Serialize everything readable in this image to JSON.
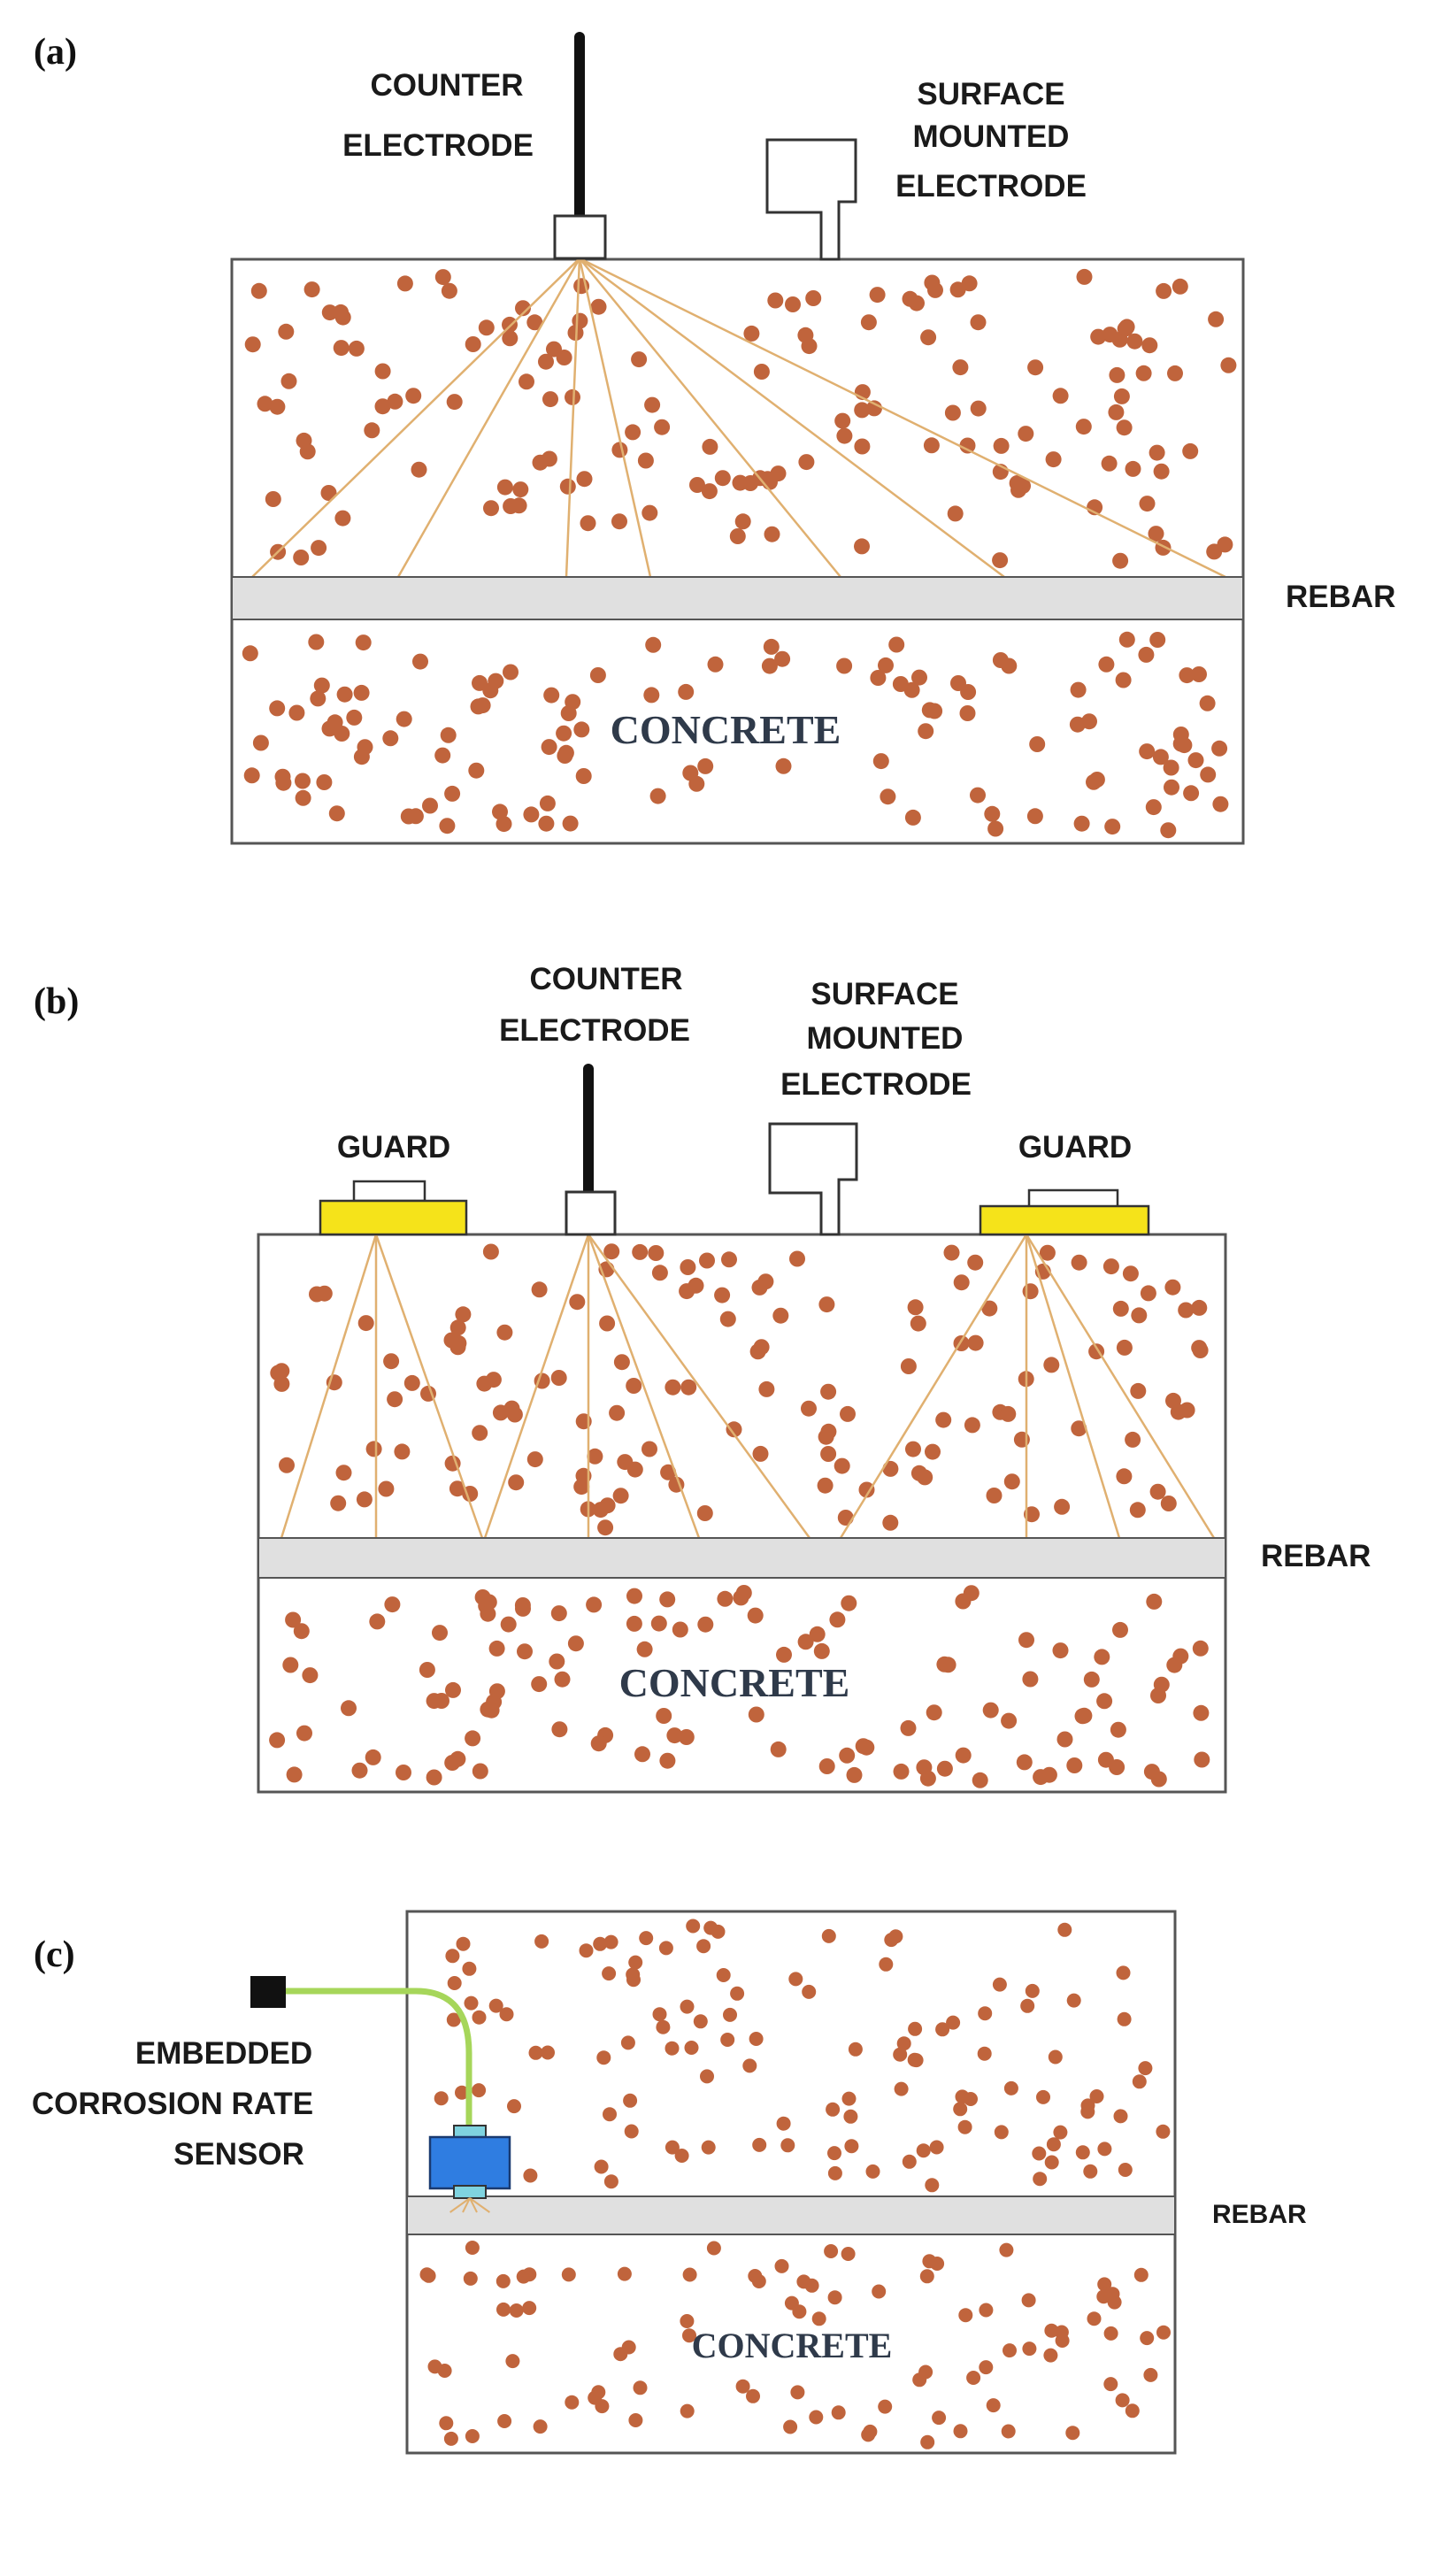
{
  "panels": [
    {
      "id": "a",
      "label": "(a)",
      "counter_electrode": [
        "COUNTER",
        "ELECTRODE"
      ],
      "surface_electrode": [
        "SURFACE",
        "MOUNTED",
        "ELECTRODE"
      ],
      "rebar": "REBAR",
      "concrete": "CONCRETE"
    },
    {
      "id": "b",
      "label": "(b)",
      "counter_electrode": [
        "COUNTER",
        "ELECTRODE"
      ],
      "surface_electrode": [
        "SURFACE",
        "MOUNTED",
        "ELECTRODE"
      ],
      "guard_left": "GUARD",
      "guard_right": "GUARD",
      "rebar": "REBAR",
      "concrete": "CONCRETE"
    },
    {
      "id": "c",
      "label": "(c)",
      "sensor": [
        "EMBEDDED",
        "CORROSION RATE",
        "SENSOR"
      ],
      "rebar": "REBAR",
      "concrete": "CONCRETE"
    }
  ],
  "colors": {
    "aggregate": "#c0643c",
    "current_lines": "#e0b070",
    "guard": "#f5e31a",
    "sensor_body": "#2f7de1",
    "sensor_cap": "#7fd3df",
    "sensor_cable": "#a6d65a",
    "rebar": "#e0e0e0"
  }
}
